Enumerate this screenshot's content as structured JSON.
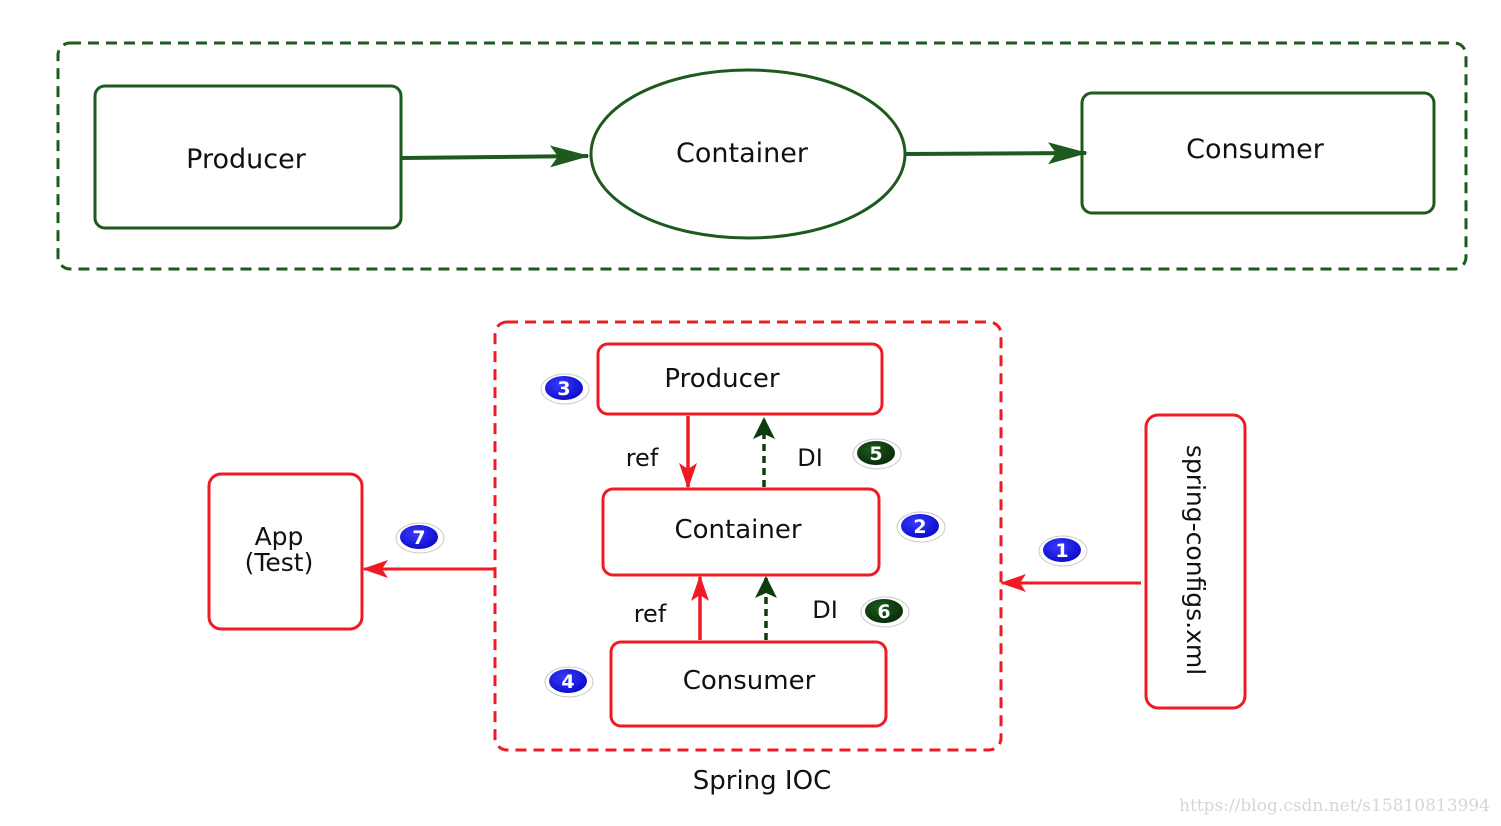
{
  "top_diagram": {
    "producer": "Producer",
    "container": "Container",
    "consumer": "Consumer"
  },
  "spring_ioc": {
    "title": "Spring IOC",
    "producer": "Producer",
    "container": "Container",
    "consumer": "Consumer",
    "ref_upper": "ref",
    "ref_lower": "ref",
    "di_upper": "DI",
    "di_lower": "DI"
  },
  "app_box": {
    "line1": "App",
    "line2": "(Test)"
  },
  "config_box": {
    "label": "spring-configs.xml"
  },
  "steps": {
    "config": "1",
    "container": "2",
    "producer": "3",
    "consumer": "4",
    "di_upper": "5",
    "di_lower": "6",
    "app": "7"
  },
  "colors": {
    "green": "#1e5a1e",
    "red": "#ee1b24",
    "badge_blue": "#1414e6",
    "badge_green": "#0d3d0d"
  },
  "watermark": "https://blog.csdn.net/s15810813994"
}
